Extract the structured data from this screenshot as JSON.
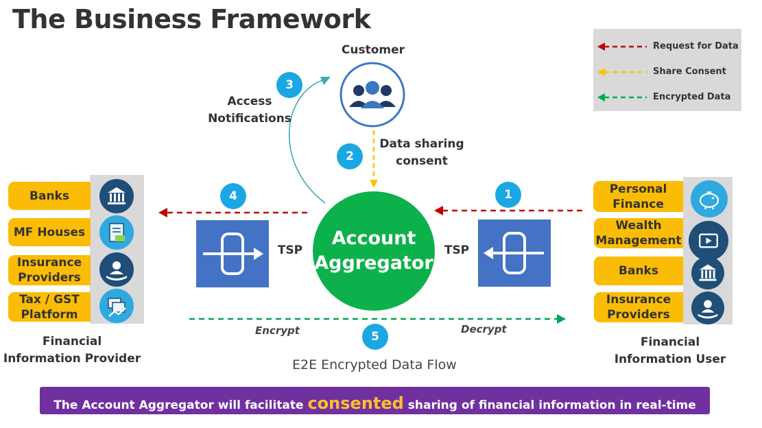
{
  "title": "The Business Framework",
  "legend": {
    "items": [
      {
        "label": "Request for Data",
        "color": "#c00000"
      },
      {
        "label": "Share Consent",
        "color": "#ffc000"
      },
      {
        "label": "Encrypted Data",
        "color": "#00a651"
      }
    ]
  },
  "customer": {
    "label": "Customer"
  },
  "steps": {
    "s1": "1",
    "s2": "2",
    "s3": "3",
    "s4": "4",
    "s5": "5"
  },
  "labels": {
    "access_line1": "Access",
    "access_line2": "Notifications",
    "consent_line1": "Data sharing",
    "consent_line2": "consent",
    "tsp_left": "TSP",
    "tsp_right": "TSP",
    "encrypt": "Encrypt",
    "decrypt": "Decrypt",
    "e2e": "E2E Encrypted Data Flow"
  },
  "aggregator": {
    "line1": "Account",
    "line2": "Aggregator"
  },
  "provider": {
    "title_line1": "Financial",
    "title_line2": "Information Provider",
    "items": [
      {
        "line1": "Banks",
        "line2": "",
        "icon": "bank-icon"
      },
      {
        "line1": "MF Houses",
        "line2": "",
        "icon": "document-money-icon"
      },
      {
        "line1": "Insurance",
        "line2": "Providers",
        "icon": "insurance-person-icon"
      },
      {
        "line1": "Tax / GST",
        "line2": "Platform",
        "icon": "tax-chart-icon"
      }
    ]
  },
  "user": {
    "title_line1": "Financial",
    "title_line2": "Information User",
    "items": [
      {
        "line1": "Personal",
        "line2": "Finance",
        "icon": "piggy-bank-icon"
      },
      {
        "line1": "Wealth",
        "line2": "Management",
        "icon": "play-screen-icon"
      },
      {
        "line1": "Banks",
        "line2": "",
        "icon": "bank-icon"
      },
      {
        "line1": "Insurance",
        "line2": "Providers",
        "icon": "insurance-person-icon"
      }
    ]
  },
  "banner": {
    "before": "The Account Aggregator will facilitate ",
    "highlight": "consented",
    "after": " sharing of financial information in real-time"
  },
  "colors": {
    "aggregator": "#0db14b",
    "step_badge": "#1aa7e3",
    "pill": "#fbbc05",
    "tsp": "#4472c4",
    "banner": "#7030a0",
    "banner_highlight": "#fbc02d"
  }
}
